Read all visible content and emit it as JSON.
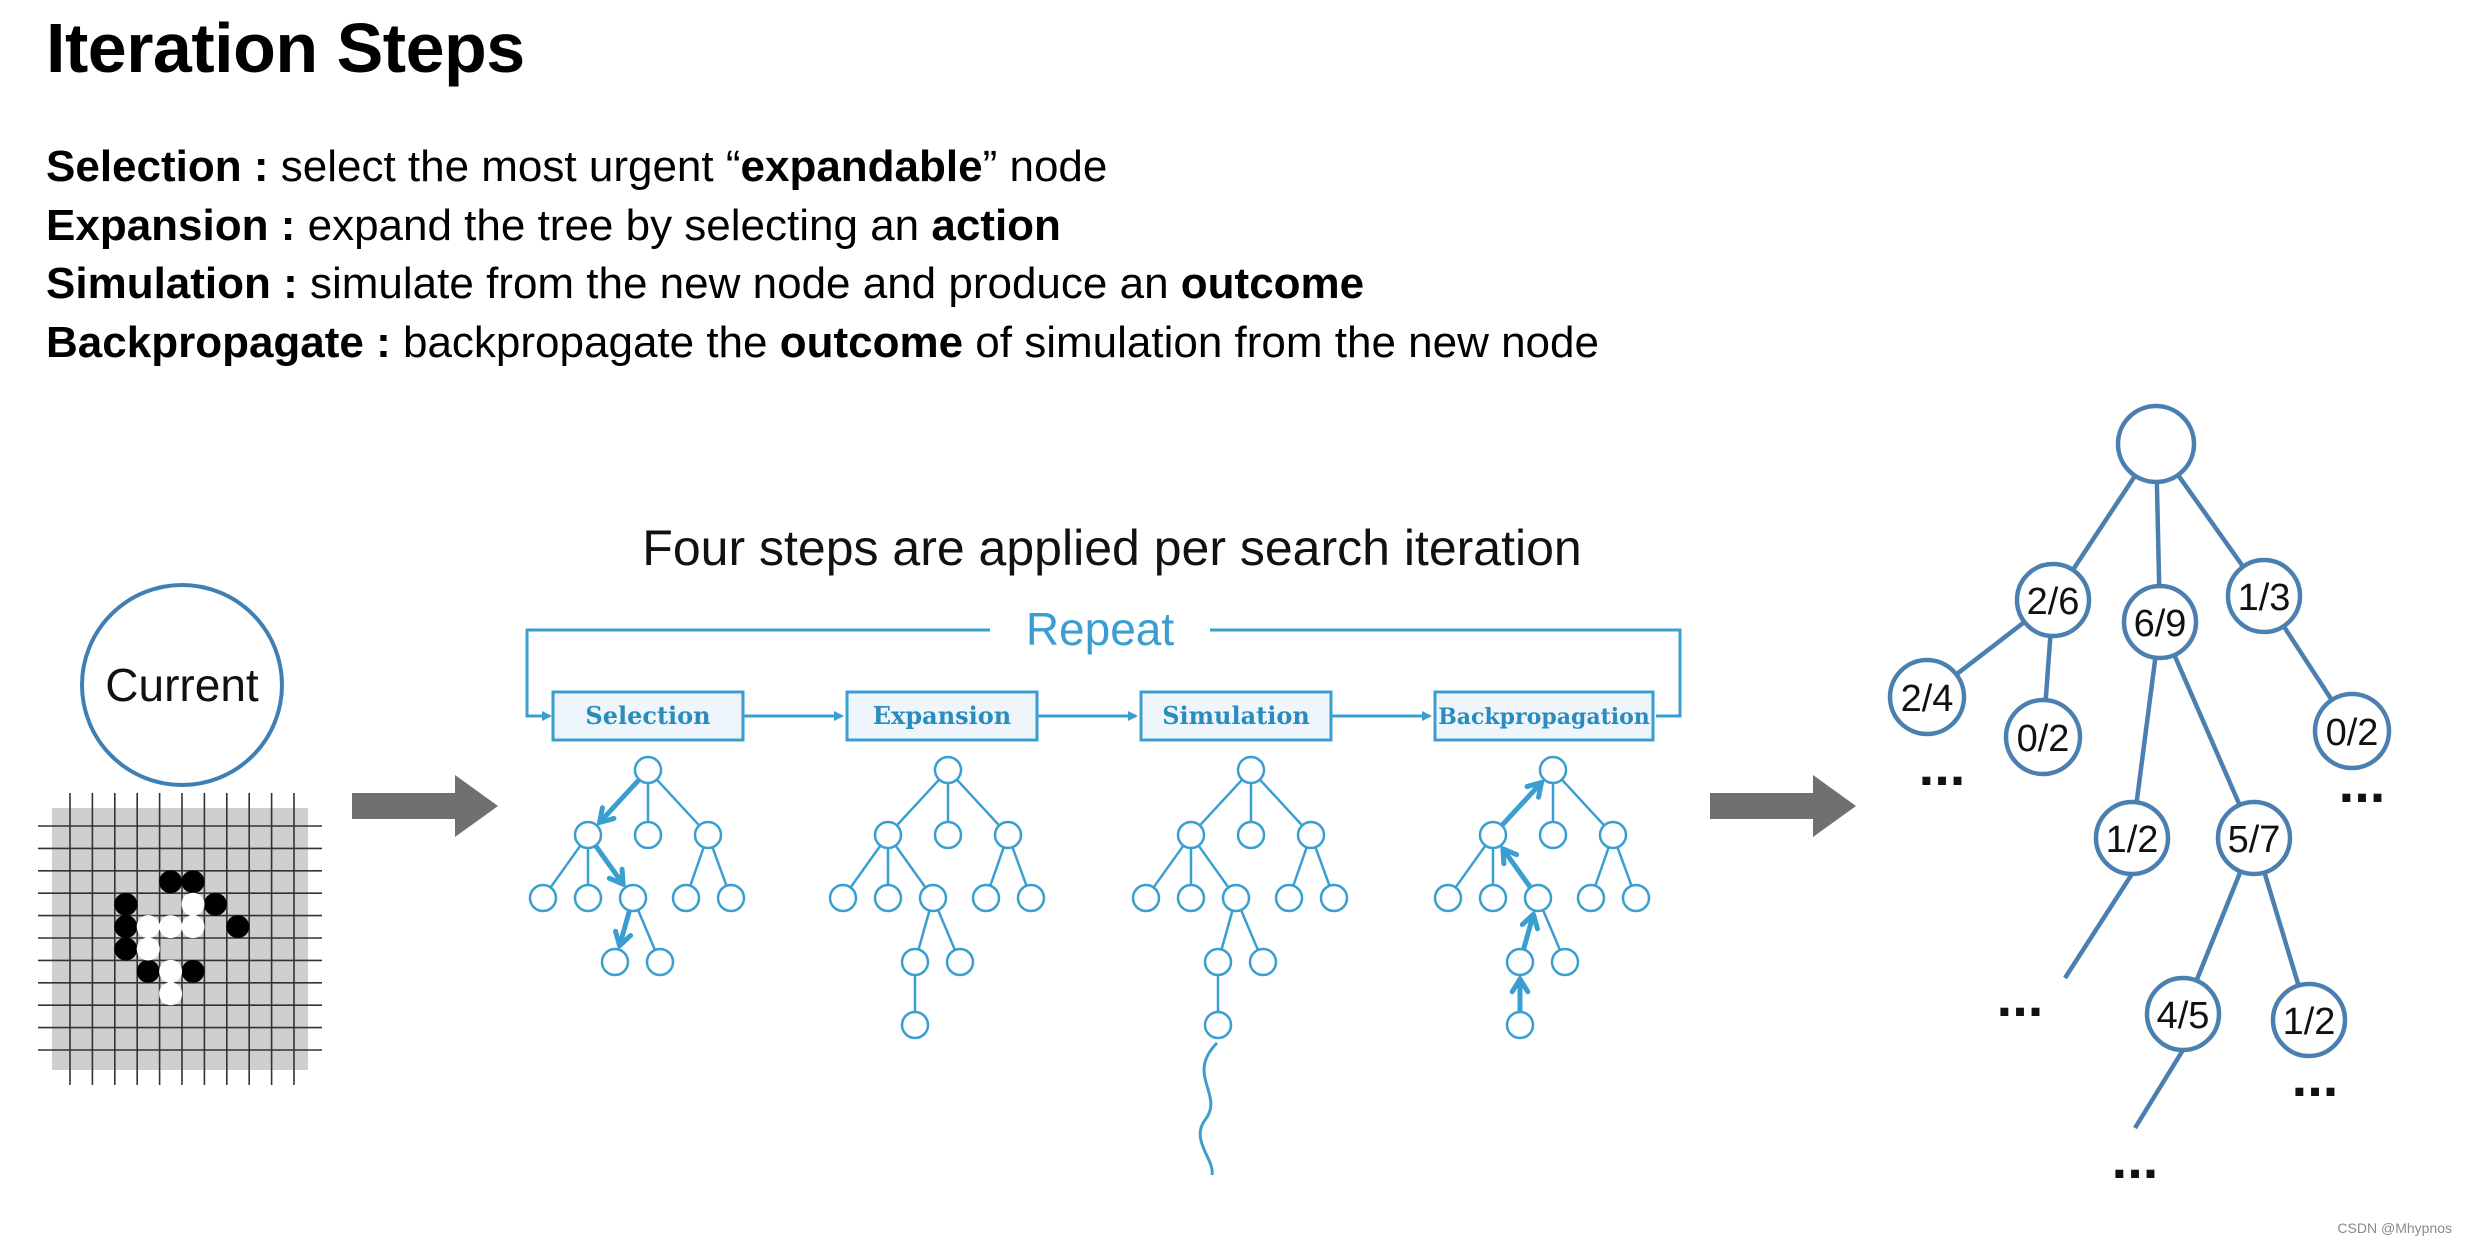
{
  "title": "Iteration Steps",
  "steps": [
    {
      "term": "Selection :",
      "parts": [
        " select the most urgent “",
        "expandable",
        "” node"
      ]
    },
    {
      "term": "Expansion :",
      "parts": [
        " expand the tree by selecting an ",
        "action",
        ""
      ]
    },
    {
      "term": "Simulation :",
      "parts": [
        " simulate from the new node and produce an ",
        "outcome",
        ""
      ]
    },
    {
      "term": "Backpropagate :",
      "parts": [
        " backpropagate the ",
        "outcome",
        " of simulation from the new node"
      ]
    }
  ],
  "diagram": {
    "caption": "Four steps are applied per search iteration",
    "repeat_label": "Repeat",
    "phases": [
      "Selection",
      "Expansion",
      "Simulation",
      "Backpropagation"
    ],
    "current_label": "Current",
    "ellipsis": "...",
    "result_tree": {
      "root": "",
      "level1": [
        "2/6",
        "6/9",
        "1/3"
      ],
      "level2": [
        "2/4",
        "0/2",
        "1/2",
        "5/7",
        "0/2"
      ],
      "level3": [
        "4/5",
        "1/2"
      ]
    },
    "colors": {
      "accent": "#3a9fd0",
      "tree_edge": "#4a7fb0",
      "arrow": "#707070",
      "board": "#cfcfcf"
    }
  },
  "credit": "CSDN @Mhypnos"
}
